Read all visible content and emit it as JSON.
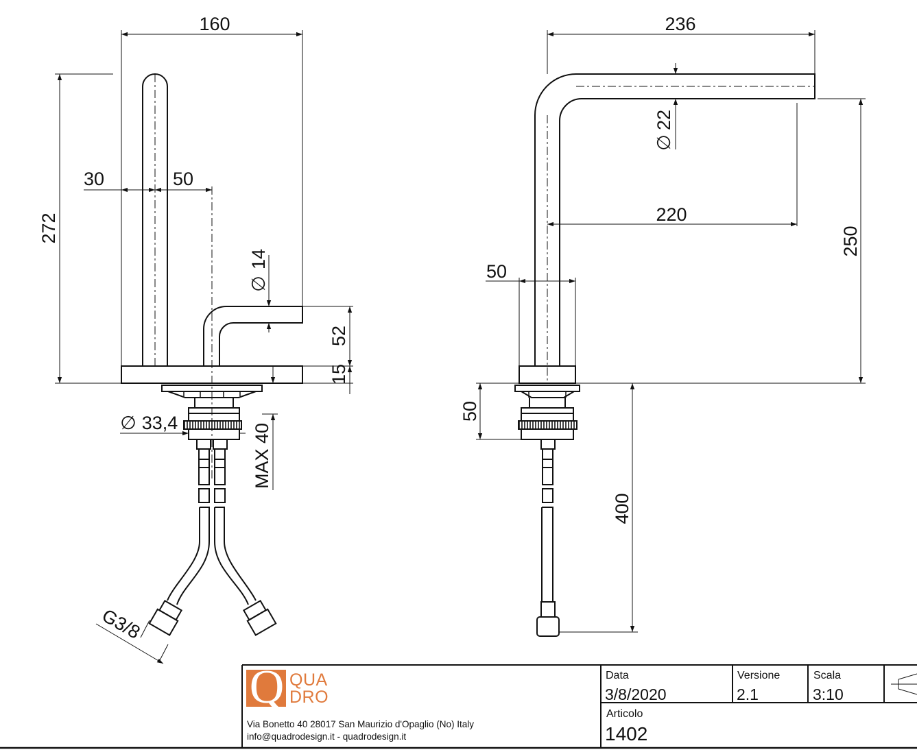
{
  "front_view": {
    "dims": {
      "width_total": "160",
      "height_total": "272",
      "spout_offset": "30",
      "lever_offset": "50",
      "lever_diameter": "14",
      "lever_height": "52",
      "base_height": "15",
      "shank_diameter": "33,4",
      "max_deck": "MAX 40",
      "thread": "G3/8"
    }
  },
  "side_view": {
    "dims": {
      "reach_total": "236",
      "spout_diameter": "22",
      "reach_inner": "220",
      "spout_height": "250",
      "base_width": "50",
      "shank_length": "50",
      "hose_length": "400"
    }
  },
  "title_block": {
    "logo_letter": "Q",
    "logo_line1": "QUA",
    "logo_line2": "DRO",
    "address": "Via Bonetto 40  28017 San Maurizio d'Opaglio (No) Italy",
    "contacts": "info@quadrodesign.it  -  quadrodesign.it",
    "date_label": "Data",
    "date_value": "3/8/2020",
    "version_label": "Versione",
    "version_value": "2.1",
    "scale_label": "Scala",
    "scale_value": "3:10",
    "article_label": "Articolo",
    "article_value": "1402"
  },
  "colors": {
    "line": "#111111",
    "brand_orange": "#e07a3c"
  }
}
